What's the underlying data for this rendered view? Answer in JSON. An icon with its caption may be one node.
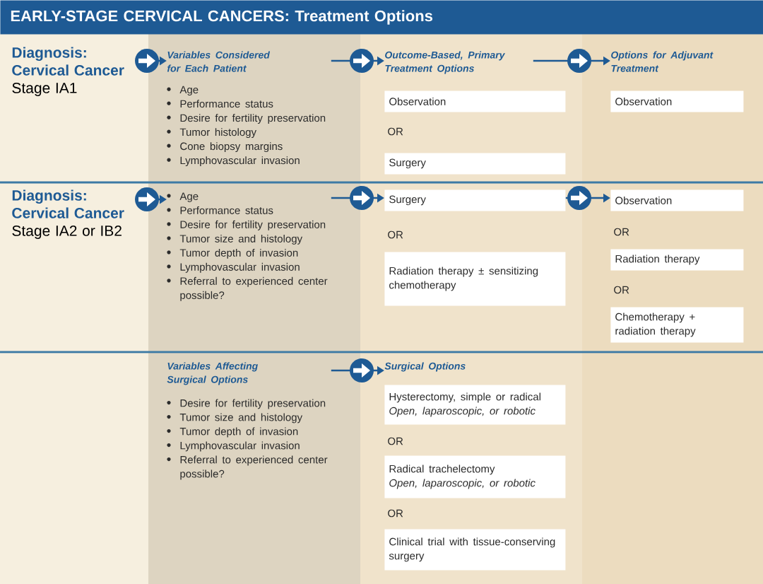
{
  "diagram": {
    "title": "EARLY-STAGE CERVICAL CANCERS: Treatment Options",
    "nodes": [
      {
        "text": [
          "Diagnosis: Cervical Cancer",
          "Stage IA1"
        ]
      },
      {
        "text": [
          "Variables Considered for Each Patient",
          "Age",
          "Performance status",
          "Desire for fertility preservation",
          "Tumor histology",
          "Cone biopsy margins",
          "Lymphovascular invasion"
        ]
      },
      {
        "text": [
          "Outcome-Based, Primary Treatment Options"
        ]
      },
      {
        "text": [
          "Observation"
        ]
      },
      {
        "text": [
          "Surgery"
        ]
      },
      {
        "text": [
          "Options for Adjuvant Treatment"
        ]
      },
      {
        "text": [
          "Observation"
        ]
      },
      {
        "text": [
          "Diagnosis: Cervical Cancer",
          "Stage IA2 or IB2"
        ]
      },
      {
        "text": [
          "Age",
          "Performance status",
          "Desire for fertility preservation",
          "Tumor size and histology",
          "Tumor depth of invasion",
          "Lymphovascular invasion",
          "Referral to experienced center possible?"
        ]
      },
      {
        "text": [
          "Surgery"
        ]
      },
      {
        "text": [
          "Radiation therapy ± sensitizing chemotherapy"
        ]
      },
      {
        "text": [
          "Observation"
        ]
      },
      {
        "text": [
          "Radiation therapy"
        ]
      },
      {
        "text": [
          "Chemotherapy + radiation therapy"
        ]
      },
      {
        "text": [
          "Variables Affecting Surgical Options",
          "Desire for fertility preservation",
          "Tumor size and histology",
          "Tumor depth of invasion",
          "Lymphovascular invasion",
          "Referral to experienced center possible?"
        ]
      },
      {
        "text": [
          "Surgical Options"
        ]
      },
      {
        "text": [
          "Hysterectomy, simple or radical",
          "Open, laparoscopic, or robotic"
        ]
      },
      {
        "text": [
          "Radical trachelectomy",
          "Open, laparoscopic, or robotic"
        ]
      },
      {
        "text": [
          "Clinical trial with tissue-conserving surgery"
        ]
      }
    ],
    "edges": [
      {
        "from": 0,
        "to": 1,
        "arrow": "to"
      },
      {
        "from": 1,
        "to": 2,
        "arrow": "to"
      },
      {
        "from": 2,
        "to": 5,
        "arrow": "to"
      },
      {
        "from": 7,
        "to": 8,
        "arrow": "to"
      },
      {
        "from": 8,
        "to": 9,
        "arrow": "to"
      },
      {
        "from": 9,
        "to": 11,
        "arrow": "to"
      },
      {
        "from": 14,
        "to": 15,
        "arrow": "to"
      }
    ],
    "labels": [
      "OR",
      "OR",
      "OR",
      "OR",
      "OR",
      "OR"
    ]
  }
}
